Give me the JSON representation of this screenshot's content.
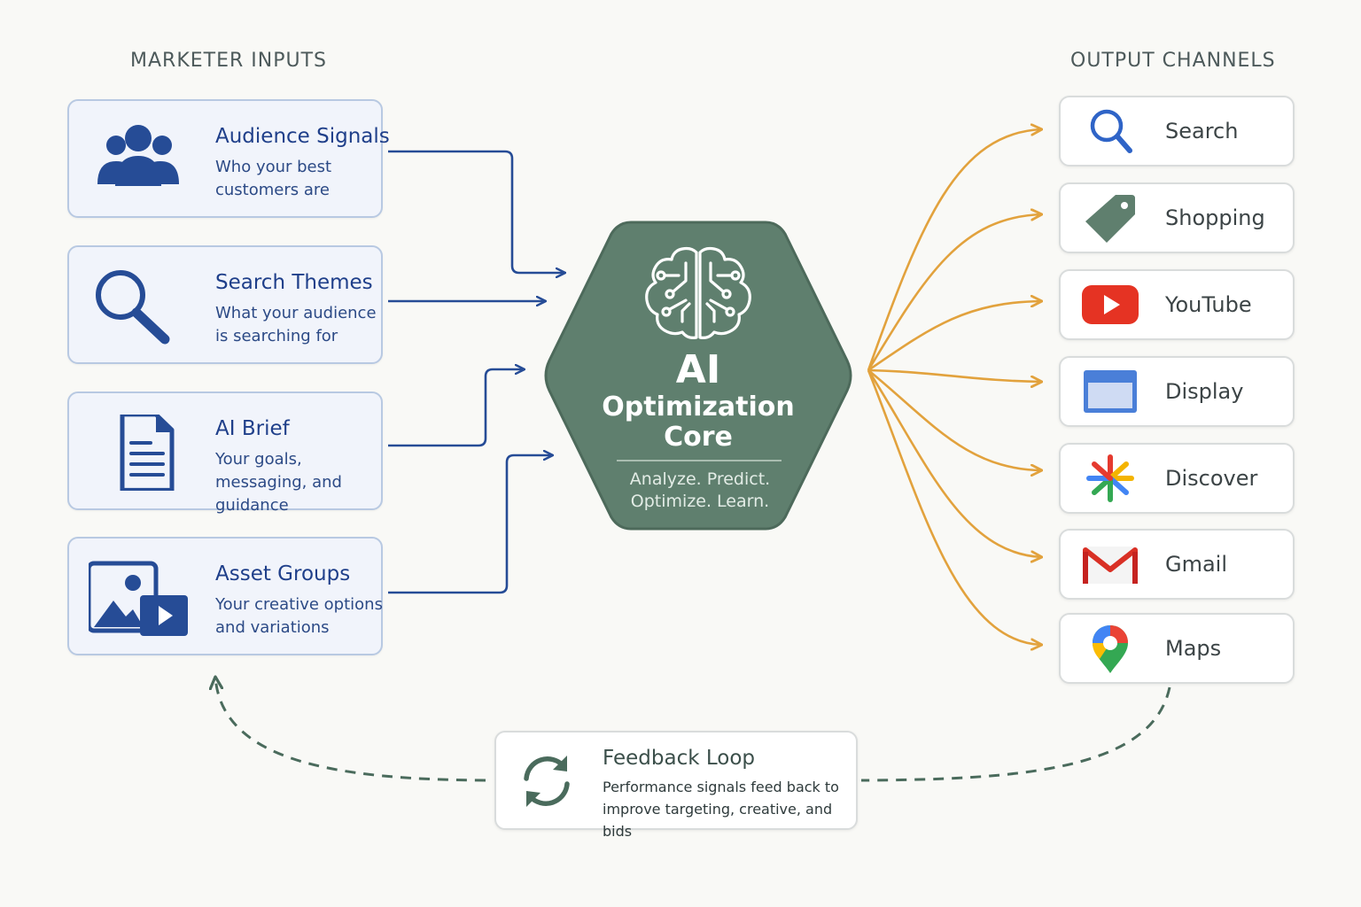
{
  "headings": {
    "inputs": "MARKETER INPUTS",
    "outputs": "OUTPUT CHANNELS"
  },
  "inputs": [
    {
      "title": "Audience Signals",
      "description": "Who your best customers are",
      "icon": "audience-icon"
    },
    {
      "title": "Search Themes",
      "description": "What your audience is searching for",
      "icon": "magnifier-icon"
    },
    {
      "title": "AI Brief",
      "description": "Your goals, messaging, and guidance",
      "icon": "document-icon"
    },
    {
      "title": "Asset Groups",
      "description": "Your creative options and variations",
      "icon": "image-video-icon"
    }
  ],
  "core": {
    "title": "AI",
    "subtitle": "Optimization Core",
    "tagline": "Analyze. Predict. Optimize. Learn.",
    "icon": "brain-circuit-icon"
  },
  "outputs": [
    {
      "label": "Search",
      "icon": "search-icon"
    },
    {
      "label": "Shopping",
      "icon": "shopping-tag-icon"
    },
    {
      "label": "YouTube",
      "icon": "youtube-icon"
    },
    {
      "label": "Display",
      "icon": "display-window-icon"
    },
    {
      "label": "Discover",
      "icon": "discover-asterisk-icon"
    },
    {
      "label": "Gmail",
      "icon": "gmail-icon"
    },
    {
      "label": "Maps",
      "icon": "maps-pin-icon"
    }
  ],
  "feedback": {
    "title": "Feedback Loop",
    "description": "Performance signals feed back to improve targeting, creative, and bids",
    "icon": "refresh-cycle-icon"
  },
  "colors": {
    "input_blue": "#264c96",
    "core_green": "#5f7f6e",
    "output_orange": "#e2a23d",
    "feedback_green": "#4a6b5c"
  }
}
